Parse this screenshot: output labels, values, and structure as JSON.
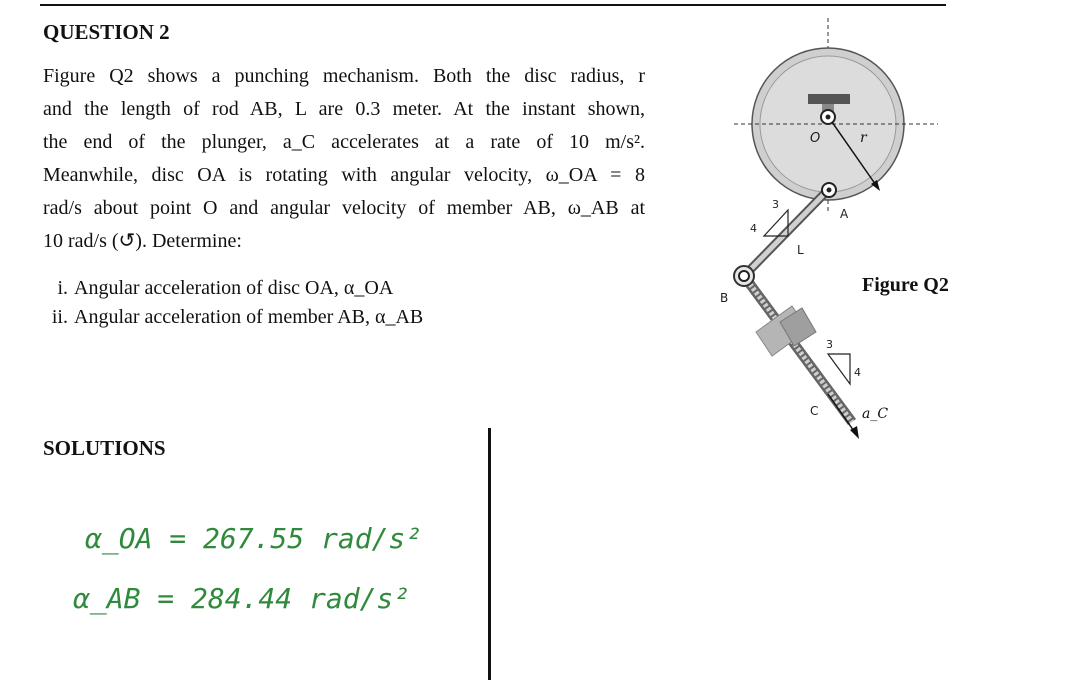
{
  "question": {
    "title": "QUESTION 2",
    "paragraph_lines": [
      "Figure Q2 shows a punching mechanism. Both the disc radius, r",
      "and the length of rod AB, L are 0.3 meter. At the instant shown,",
      "the end of the plunger, a_C accelerates at a rate of 10 m/s².",
      "Meanwhile, disc OA is rotating with angular velocity, ω_OA = 8",
      "rad/s about point O and angular velocity of member AB, ω_AB at",
      "10 rad/s (↺). Determine:"
    ],
    "items": [
      {
        "num": "i.",
        "text": "Angular acceleration of disc OA, α_OA"
      },
      {
        "num": "ii.",
        "text": "Angular acceleration of member AB, α_AB"
      }
    ]
  },
  "solutions": {
    "heading": "SOLUTIONS",
    "handwritten": [
      "α_OA = 267.55 rad/s²",
      "α_AB = 284.44 rad/s²"
    ],
    "ink_color": "#2f8a3c"
  },
  "figure": {
    "caption": "Figure Q2",
    "labels": {
      "O": "O",
      "r": "r",
      "A": "A",
      "L": "L",
      "B": "B",
      "C": "C",
      "ac": "a_C"
    },
    "slope1": {
      "a": "3",
      "b": "4"
    },
    "slope2": {
      "a": "3",
      "b": "4"
    },
    "disc_color": "#d8d8d8"
  }
}
